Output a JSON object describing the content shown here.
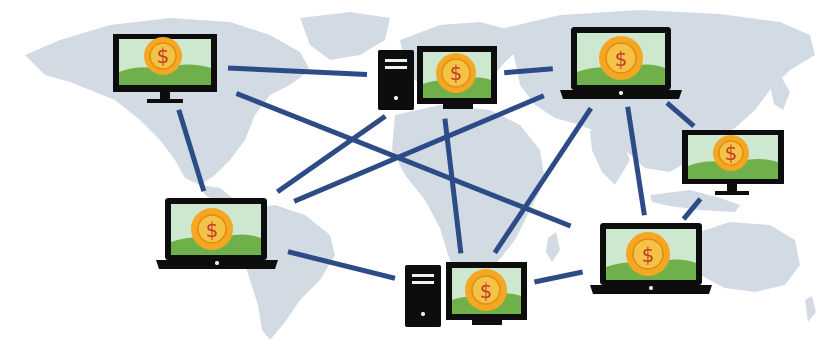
{
  "diagram": {
    "nodes": [
      {
        "id": "monitor-northwest",
        "kind": "monitor",
        "symbol": "$"
      },
      {
        "id": "desktop-north",
        "kind": "desktop",
        "symbol": "$"
      },
      {
        "id": "laptop-north",
        "kind": "laptop",
        "symbol": "$"
      },
      {
        "id": "monitor-east",
        "kind": "monitor",
        "symbol": "$"
      },
      {
        "id": "laptop-southwest",
        "kind": "laptop",
        "symbol": "$"
      },
      {
        "id": "desktop-south",
        "kind": "desktop",
        "symbol": "$"
      },
      {
        "id": "laptop-southeast",
        "kind": "laptop",
        "symbol": "$"
      }
    ],
    "links": [
      [
        "monitor-northwest",
        "desktop-north"
      ],
      [
        "monitor-northwest",
        "laptop-southwest"
      ],
      [
        "monitor-northwest",
        "laptop-southeast"
      ],
      [
        "desktop-north",
        "laptop-north"
      ],
      [
        "desktop-north",
        "laptop-southwest"
      ],
      [
        "desktop-north",
        "desktop-south"
      ],
      [
        "laptop-north",
        "laptop-southwest"
      ],
      [
        "laptop-north",
        "desktop-south"
      ],
      [
        "laptop-north",
        "laptop-southeast"
      ],
      [
        "laptop-north",
        "monitor-east"
      ],
      [
        "laptop-southwest",
        "desktop-south"
      ],
      [
        "desktop-south",
        "laptop-southeast"
      ],
      [
        "monitor-east",
        "laptop-southeast"
      ]
    ],
    "colors": {
      "link": "#2d4b86",
      "map_land": "#d2dae4",
      "device_frame": "#0d0d0d",
      "screen_sky": "#cde8cf",
      "screen_hill": "#6fb04a",
      "coin_outer": "#f5a623",
      "coin_inner": "#f4c247",
      "coin_symbol": "#c0392b"
    }
  }
}
